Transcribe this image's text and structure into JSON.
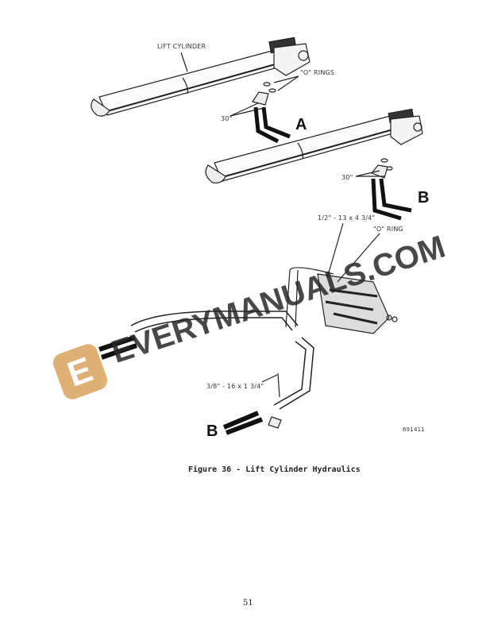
{
  "figure": {
    "labels": {
      "lift_cylinder": "LIFT CYLINDER",
      "o_rings": "\"O\" RINGS",
      "angle_a": "30\"",
      "view_a": "A",
      "angle_b": "30\"",
      "view_b": "B",
      "bolt_large": "1/2\" - 13 x 4 3/4\"",
      "o_ring": "\"O\" RING",
      "bolt_small": "3/8\" - 16 x 1 3/4\"",
      "view_b_lower": "B",
      "part_number": "691411"
    },
    "caption": "Figure 36 - Lift Cylinder Hydraulics"
  },
  "watermark": {
    "text": "EVERYMANUALS.COM",
    "logo_letter": "E",
    "logo_color": "#d9a35b"
  },
  "page_number": "51"
}
